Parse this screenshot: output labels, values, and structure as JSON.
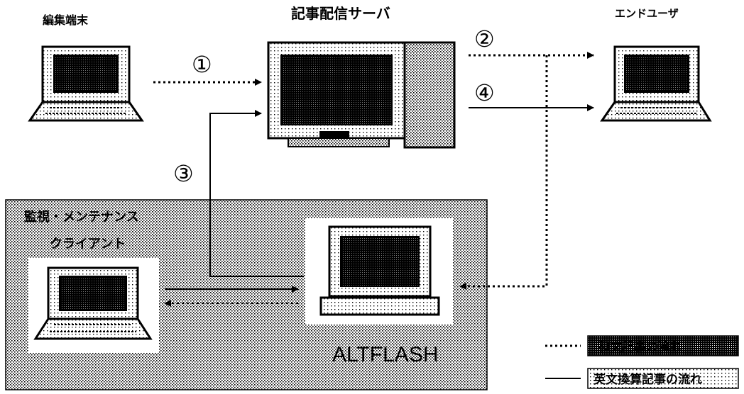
{
  "labels": {
    "editor_terminal": "編集端末",
    "server": "記事配信サーバ",
    "end_user": "エンドユーザ",
    "monitor_client_line1": "監視・メンテナンス",
    "monitor_client_line2": "クライアント",
    "altflash": "ALTFLASH"
  },
  "steps": {
    "s1": "①",
    "s2": "②",
    "s3": "③",
    "s4": "④"
  },
  "legend": {
    "dotted_label": "和文記事の流れ",
    "solid_label": "英文換算記事の流れ"
  }
}
